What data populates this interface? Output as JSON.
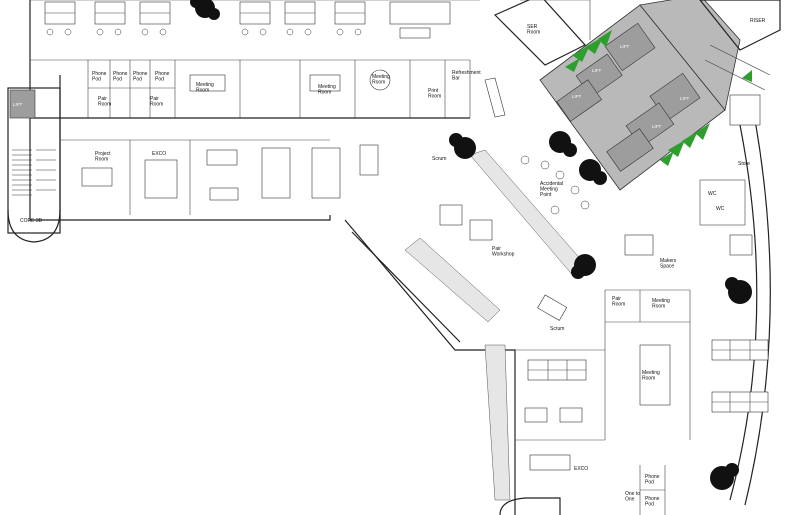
{
  "labels": {
    "ser_room": "SER\nRoom",
    "riser": "RISER",
    "phone_pod_1": "Phone\nPod",
    "phone_pod_2": "Phone\nPod",
    "phone_pod_3": "Phone\nPod",
    "phone_pod_4": "Phone\nPod",
    "pair_room_1": "Pair\nRoom",
    "pair_room_2": "Pair\nRoom",
    "meeting_room_1": "Meeting\nRoom",
    "meeting_room_2": "Meeting\nRoom",
    "meeting_room_3": "Meeting\nRoom",
    "print_room": "Print\nRoom",
    "refreshment_bar": "Refreshment\nBar",
    "project_room": "Project\nRoom",
    "exco_1": "EXCO",
    "scrum_1": "Scrum",
    "accidental_meeting_point": "Accidental\nMeeting\nPoint",
    "pair_workshop": "Pair\nWorkshop",
    "scrum_2": "Scrum",
    "makers_space": "Makers\nSpace",
    "pair_room_3": "Pair\nRoom",
    "meeting_room_4": "Meeting\nRoom",
    "meeting_room_5": "Meeting\nRoom",
    "store": "Store",
    "wc_1": "WC",
    "wc_2": "WC",
    "exco_2": "EXCO",
    "phone_pod_5": "Phone\nPod",
    "phone_pod_6": "Phone\nPod",
    "one_to_one": "One to\nOne",
    "lift_left": "LIFT",
    "core_label_left": "CORE 3B",
    "core_a": "LIFT",
    "core_b": "LIFT",
    "core_c": "LIFT",
    "core_d": "LIFT",
    "core_e": "LIFT"
  },
  "colors": {
    "wall": "#222222",
    "core_fill": "#b9b9b9",
    "planting": "#2e9e2e",
    "background": "#ffffff"
  }
}
